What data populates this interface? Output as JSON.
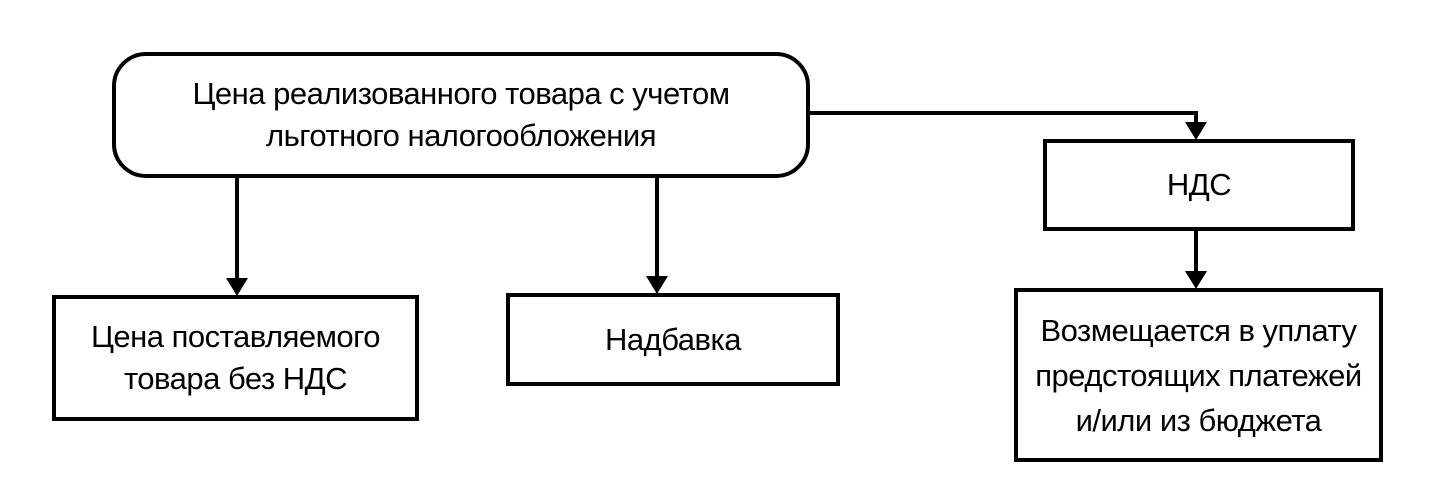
{
  "diagram": {
    "nodes": {
      "root": "Цена реализованного товара с учетом\nльготного налогообложения",
      "supply_price": "Цена поставляемого\nтовара без НДС",
      "markup": "Надбавка",
      "vat": "НДС",
      "offset": "Возмещается в уплату\nпредстоящих платежей\nи/или из бюджета"
    },
    "edges": [
      {
        "from": "root",
        "to": "supply_price"
      },
      {
        "from": "root",
        "to": "markup"
      },
      {
        "from": "root",
        "to": "vat"
      },
      {
        "from": "vat",
        "to": "offset"
      }
    ],
    "colors": {
      "line": "#000000",
      "background": "#ffffff"
    }
  }
}
